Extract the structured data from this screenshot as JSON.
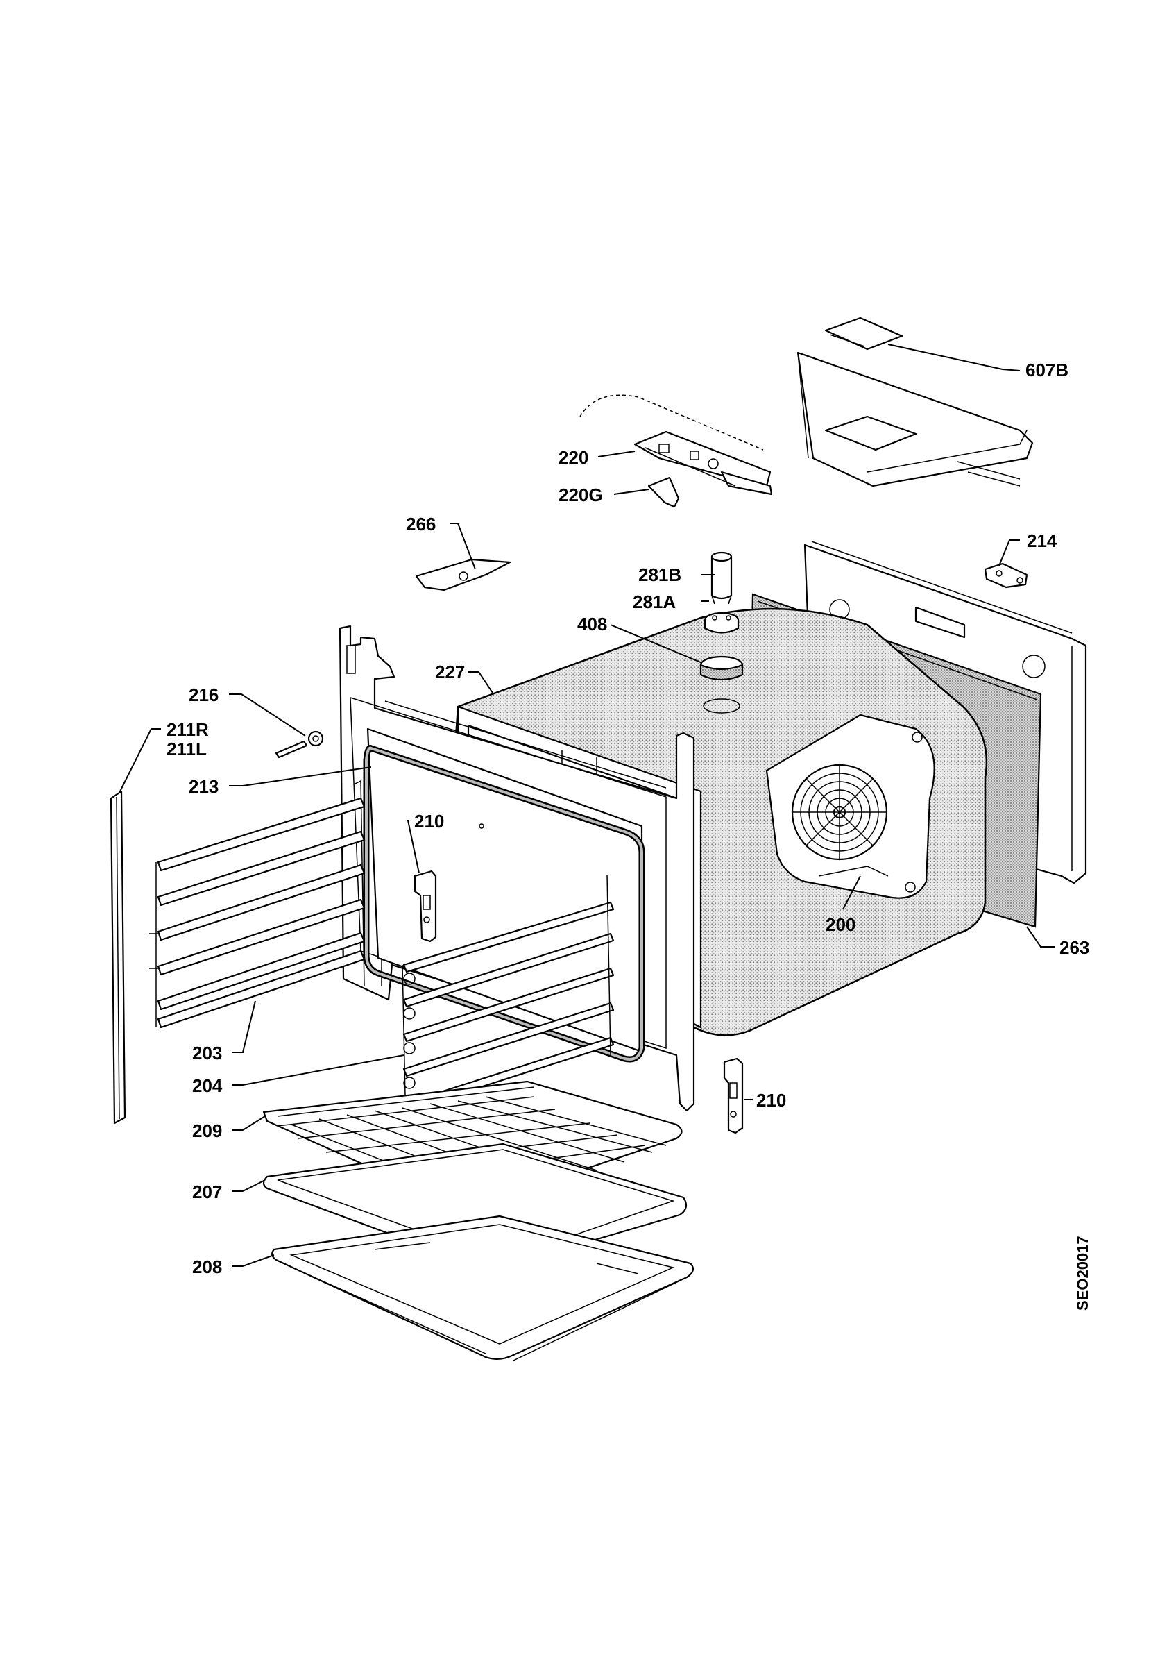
{
  "diagram": {
    "code": "SEO20017",
    "labels": [
      {
        "id": "607B",
        "text": "607B"
      },
      {
        "id": "220",
        "text": "220"
      },
      {
        "id": "220G",
        "text": "220G"
      },
      {
        "id": "266",
        "text": "266"
      },
      {
        "id": "214",
        "text": "214"
      },
      {
        "id": "281B",
        "text": "281B"
      },
      {
        "id": "281A",
        "text": "281A"
      },
      {
        "id": "408",
        "text": "408"
      },
      {
        "id": "227",
        "text": "227"
      },
      {
        "id": "216",
        "text": "216"
      },
      {
        "id": "211R",
        "text": "211R"
      },
      {
        "id": "211L",
        "text": "211L"
      },
      {
        "id": "213",
        "text": "213"
      },
      {
        "id": "210a",
        "text": "210"
      },
      {
        "id": "200",
        "text": "200"
      },
      {
        "id": "263",
        "text": "263"
      },
      {
        "id": "203",
        "text": "203"
      },
      {
        "id": "204",
        "text": "204"
      },
      {
        "id": "210b",
        "text": "210"
      },
      {
        "id": "209",
        "text": "209"
      },
      {
        "id": "207",
        "text": "207"
      },
      {
        "id": "208",
        "text": "208"
      }
    ]
  }
}
